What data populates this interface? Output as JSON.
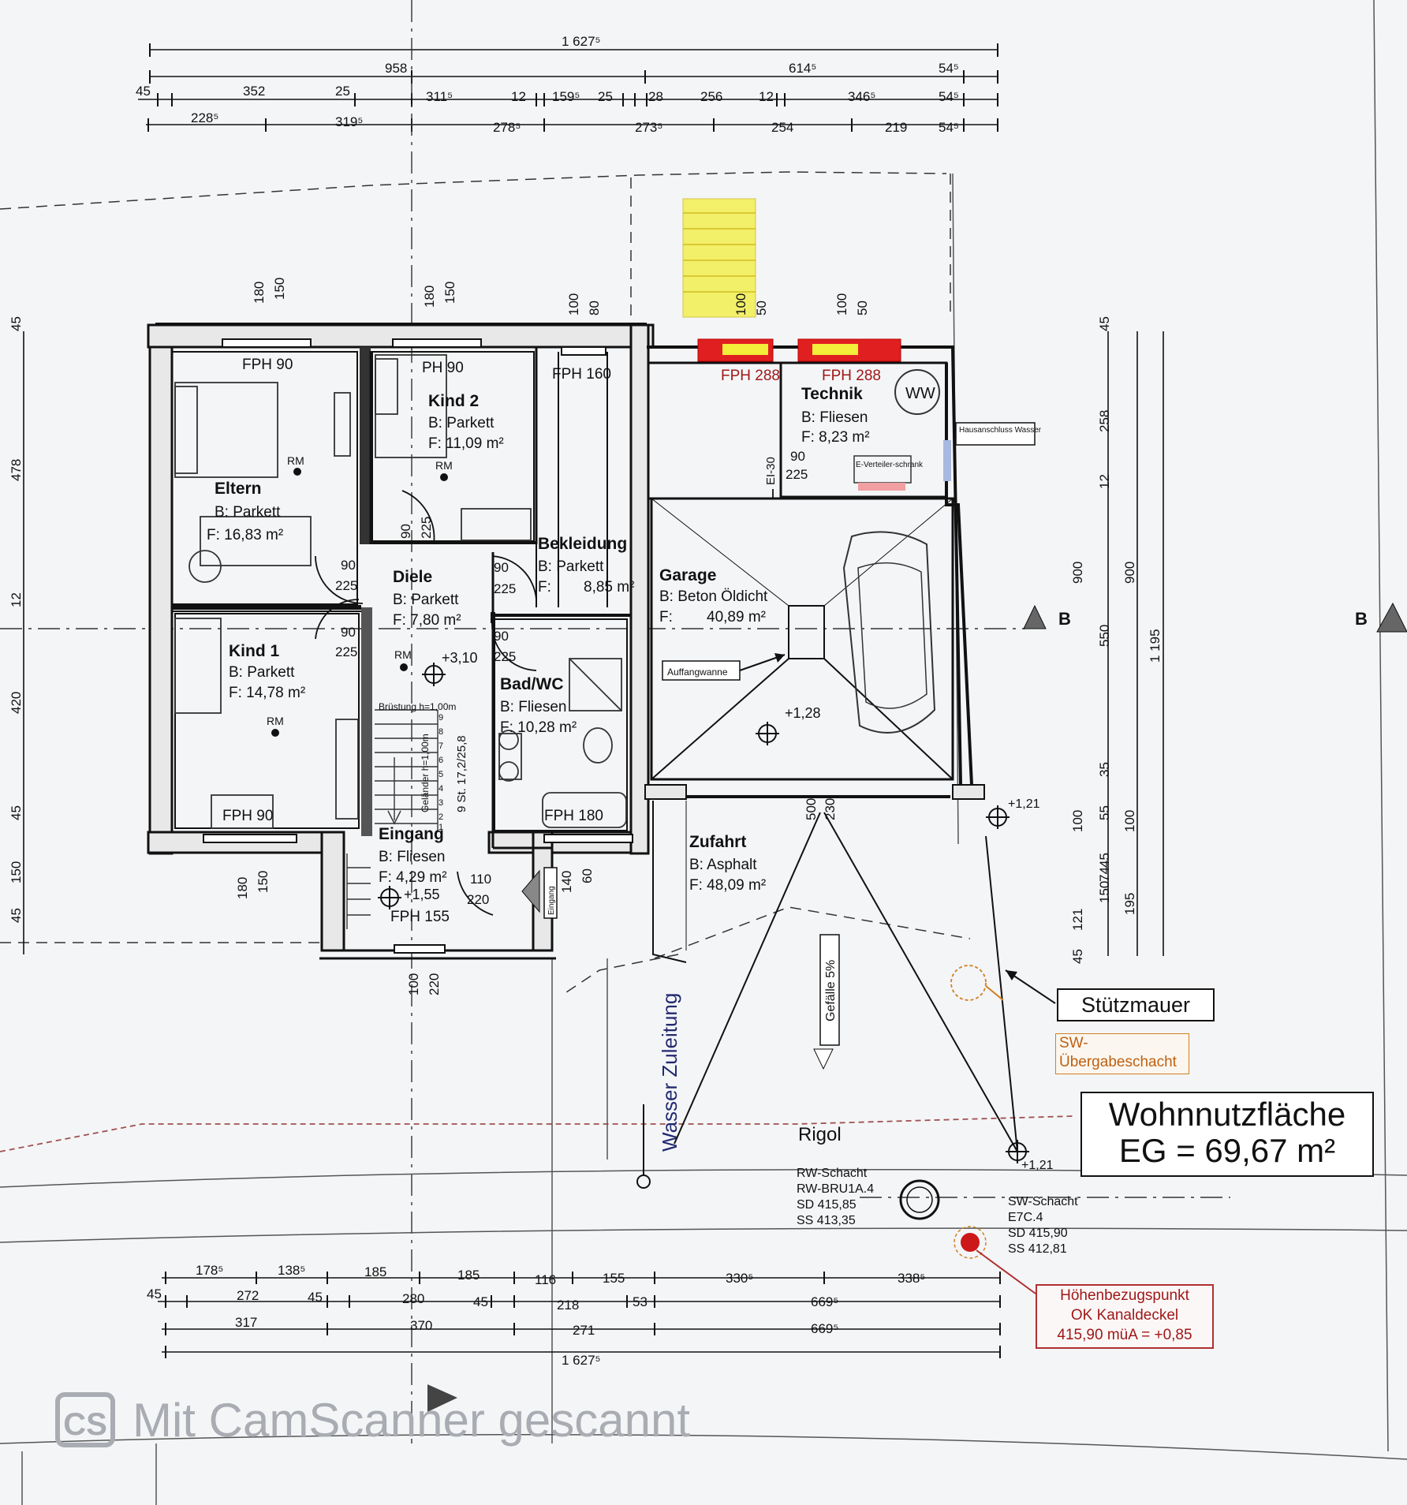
{
  "rooms": {
    "eltern": {
      "name": "Eltern",
      "floor": "B: Parkett",
      "area": "F: 16,83 m²"
    },
    "kind2": {
      "name": "Kind 2",
      "floor": "B: Parkett",
      "area": "F: 11,09 m²"
    },
    "kind1": {
      "name": "Kind 1",
      "floor": "B: Parkett",
      "area": "F: 14,78 m²"
    },
    "diele": {
      "name": "Diele",
      "floor": "B: Parkett",
      "area": "F: 7,80 m²"
    },
    "bekleidung": {
      "name": "Bekleidung",
      "floor": "B: Parkett",
      "area": "F:",
      "area_value": "8,85 m²"
    },
    "badwc": {
      "name": "Bad/WC",
      "floor": "B: Fliesen",
      "area": "F: 10,28 m²"
    },
    "eingang": {
      "name": "Eingang",
      "floor": "B: Fliesen",
      "area": "F:  4,29 m²"
    },
    "technik": {
      "name": "Technik",
      "floor": "B: Fliesen",
      "area": "F: 8,23 m²"
    },
    "garage": {
      "name": "Garage",
      "floor": "B: Beton Öldicht",
      "area_label": "F:",
      "area_value": "40,89 m²"
    },
    "zufahrt": {
      "name": "Zufahrt",
      "floor": "B: Asphalt",
      "area": "F: 48,09 m²"
    }
  },
  "windows": {
    "fph90_eltern": "FPH 90",
    "ph90_kind2": "PH 90",
    "fph160": "FPH 160",
    "fph288_a": "FPH 288",
    "fph288_b": "FPH 288",
    "fph90_kind1": "FPH 90",
    "fph180": "FPH 180",
    "fph155": "FPH 155"
  },
  "top_dims": {
    "row1": [
      "1 627⁵"
    ],
    "row2": [
      "958",
      "614⁵",
      "54⁵"
    ],
    "row3": [
      "45",
      "352",
      "25",
      "311⁵",
      "12",
      "159⁵",
      "25",
      "28",
      "256",
      "12",
      "346⁵",
      "54⁵"
    ],
    "row4": [
      "228⁵",
      "319⁵",
      "278⁵",
      "273⁵",
      "254",
      "219",
      "54⁵"
    ]
  },
  "bottom_dims": {
    "row1": [
      "178⁵",
      "138⁵",
      "185",
      "185",
      "116",
      "155",
      "330⁵",
      "338⁵"
    ],
    "row2": [
      "45",
      "272",
      "45",
      "280",
      "45",
      "218",
      "53",
      "669⁵"
    ],
    "row3": [
      "317",
      "370",
      "271",
      "669⁵"
    ],
    "row4": [
      "1 627⁵"
    ]
  },
  "right_dims": {
    "col1": [
      "45",
      "258",
      "12",
      "900",
      "550",
      "35",
      "100",
      "74",
      "150",
      "121",
      "45"
    ],
    "col2": [
      "900",
      "55",
      "45",
      "195"
    ],
    "col3": [
      "1 195"
    ],
    "col4": [
      "100"
    ]
  },
  "left_dims": [
    "45",
    "478",
    "12",
    "420",
    "45",
    "150",
    "45"
  ],
  "wall_dims": {
    "eltern_top": [
      "180",
      "150"
    ],
    "kind2_top": [
      "180",
      "150"
    ],
    "fph160_top": [
      "100",
      "80"
    ],
    "fph288a_top": [
      "100",
      "50"
    ],
    "fph288b_top": [
      "100",
      "50"
    ],
    "kind1_bottom": [
      "180",
      "150"
    ],
    "eingang_bottom": [
      "100",
      "220"
    ],
    "eingang_right": [
      "140",
      "60"
    ],
    "door_90": "90",
    "door_225": "225",
    "door_110": "110",
    "door_220": "220"
  },
  "labels": {
    "rm": "RM",
    "ww": "WW",
    "hausanschluss": "Hausanschluss Wasser",
    "e_verteiler": "E-Verteiler-schrank",
    "ei30": "EI-30",
    "auffangwanne": "Auffangwanne",
    "bruestung": "Brüstung h=1,00m",
    "gelaender": "Geländer h=1,00m",
    "stair_info": "9 St. 17,2/25,8",
    "stair_steps": [
      "9",
      "8",
      "7",
      "6",
      "5",
      "4",
      "3",
      "2",
      "1"
    ],
    "eingang_sign": "Eingang",
    "gefaelle": "Gefälle 5%",
    "wasser_zuleitung": "Wasser Zuleitung",
    "rigol": "Rigol",
    "section_b": "B",
    "level_310": "+3,10",
    "level_155": "+1,55",
    "level_128": "+1,28",
    "level_121a": "+1,21",
    "level_121b": "+1,21",
    "drive_500": "500",
    "drive_230": "230",
    "rw_schacht": [
      "RW-Schacht",
      "RW-BRU1A.4",
      "SD 415,85",
      "SS 413,35"
    ],
    "sw_schacht": [
      "SW-Schacht",
      "E7C.4",
      "SD 415,90",
      "SS 412,81"
    ]
  },
  "callouts": {
    "wohnnutz_1": "Wohnnutzfläche",
    "wohnnutz_2": "EG = 69,67 m²",
    "stuetzmauer": "Stützmauer",
    "sw_uebergabe_1": "SW-",
    "sw_uebergabe_2": "Übergabeschacht",
    "hoehe_1": "Höhenbezugspunkt",
    "hoehe_2": "OK Kanaldeckel",
    "hoehe_3": "415,90 müA = +0,85"
  },
  "watermark": {
    "logo": "CS",
    "text": "Mit CamScanner gescannt"
  },
  "colors": {
    "line": "#111111",
    "window_red": "#e02020",
    "yellow": "#f2ee3a",
    "orange": "#d8801c",
    "dark_red": "#b01010"
  }
}
